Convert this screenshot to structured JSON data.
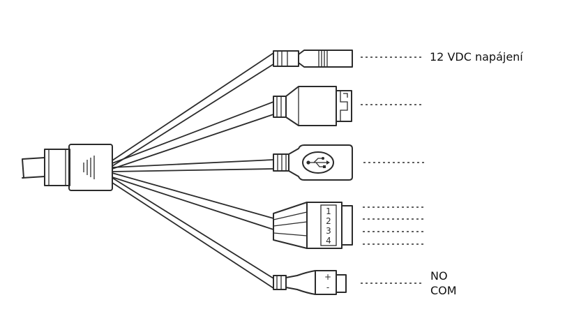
{
  "labels": {
    "power": "12 VDC napájení",
    "alarm_no": "NO",
    "alarm_com": "COM"
  },
  "rj45_pins": [
    "1",
    "2",
    "3",
    "4"
  ],
  "terminal_signs": {
    "plus": "+",
    "minus": "-"
  },
  "colors": {
    "stroke": "#2b2b2b",
    "background": "#ffffff"
  }
}
